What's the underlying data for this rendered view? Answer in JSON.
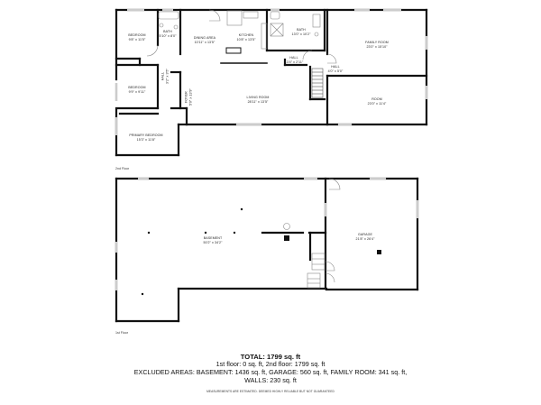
{
  "floors": {
    "second": {
      "label": "2nd Floor",
      "rooms": [
        {
          "name": "Bedroom",
          "dims": "9'8\" x 11'5\""
        },
        {
          "name": "Bath",
          "dims": "5'10\" x 8'0\""
        },
        {
          "name": "Dining Area",
          "dims": "10'11\" x 13'5\""
        },
        {
          "name": "Kitchen",
          "dims": "10'8\" x 13'5\""
        },
        {
          "name": "Bath",
          "dims": "13'0\" x 10'2\""
        },
        {
          "name": "Family Room",
          "dims": "23'0\" x 15'10\""
        },
        {
          "name": "Hall",
          "dims": "13'4\" x 2'11\""
        },
        {
          "name": "Hall",
          "dims": "4'0\" x 5'0\""
        },
        {
          "name": "Bedroom",
          "dims": "9'9\" x 9'11\""
        },
        {
          "name": "Hall",
          "dims": "3'2\" x 3'5\""
        },
        {
          "name": "Foyer",
          "dims": "5'0\" x 13'9\""
        },
        {
          "name": "Living Room",
          "dims": "28'11\" x 13'5\""
        },
        {
          "name": "Room",
          "dims": "23'0\" x 11'4\""
        },
        {
          "name": "Primary Bedroom",
          "dims": "15'3\" x 11'8\""
        }
      ]
    },
    "first": {
      "label": "1st Floor",
      "rooms": [
        {
          "name": "Basement",
          "dims": "50'2\" x 34'2\""
        },
        {
          "name": "Garage",
          "dims": "21'8\" x 26'4\""
        }
      ]
    }
  },
  "summary": {
    "total": "TOTAL: 1799 sq. ft",
    "floors_line": "1st floor: 0 sq. ft, 2nd floor: 1799 sq. ft",
    "excluded_line": "EXCLUDED AREAS: BASEMENT: 1436 sq. ft, GARAGE: 560 sq. ft, FAMILY ROOM: 341 sq. ft,",
    "walls_line": "WALLS: 230 sq. ft",
    "disclaimer": "MEASUREMENTS ARE ESTIMATED. DEEMED HIGHLY RELIABLE BUT NOT GUARANTEED"
  },
  "colors": {
    "wall": "#111111",
    "window": "#cccccc",
    "fixture": "#888888"
  }
}
